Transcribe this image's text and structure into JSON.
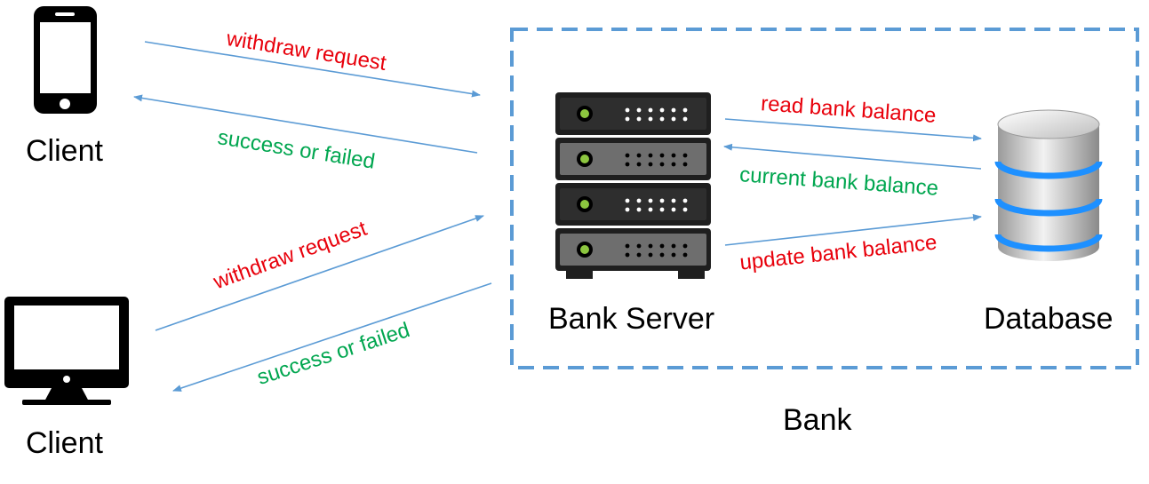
{
  "colors": {
    "arrow": "#5b9bd5",
    "dashed_border": "#5b9bd5",
    "request_text": "#e8000b",
    "response_text": "#00a64f",
    "label_text": "#000000",
    "device_fill": "#000000",
    "server_body": "#1f1f1f",
    "server_led": "#8cc63f",
    "database_ring": "#1e90ff"
  },
  "icons": {
    "phone": "smartphone-icon",
    "desktop": "desktop-monitor-icon",
    "server": "server-rack-icon",
    "database": "database-cylinder-icon"
  },
  "nodes": {
    "client_phone": "Client",
    "client_desktop": "Client",
    "bank_server": "Bank Server",
    "database": "Database",
    "bank_group": "Bank"
  },
  "edges": {
    "phone_request": "withdraw request",
    "phone_response": "success or failed",
    "desktop_request": "withdraw request",
    "desktop_response": "success or failed",
    "db_read": "read bank balance",
    "db_current": "current bank balance",
    "db_update": "update bank balance"
  }
}
